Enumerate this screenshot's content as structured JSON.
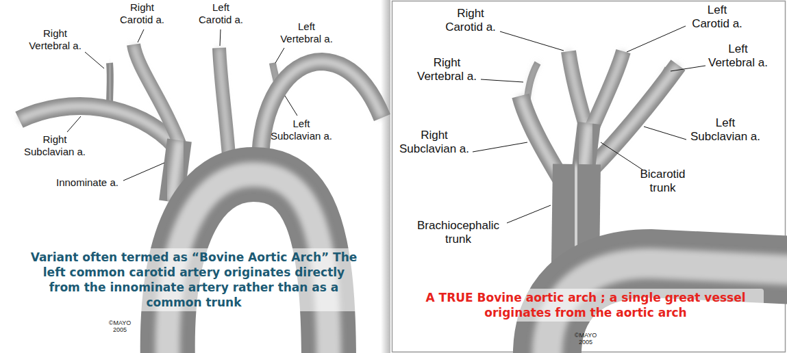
{
  "diagram": {
    "labels": [
      "Right Carotid a.",
      "Left Carotid a.",
      "Right Vertebral a.",
      "Left Vertebral a.",
      "Left Subclavian a.",
      "Right Subclavian a.",
      "Innominate a.",
      "Variant often termed as “Bovine Aortic Arch” The left common carotid artery originates directly from the innominate artery rather than as a common trunk",
      "©MAYO 2005",
      "Right Carotid a.",
      "Left Carotid a.",
      "Left Vertebral a.",
      "Right Vertebral a.",
      "Right Subclavian a.",
      "Left Subclavian a.",
      "Bicarotid trunk",
      "Brachiocephalic trunk",
      "A TRUE Bovine aortic arch ; a single great vessel originates from the aortic arch",
      "©MAYO 2005"
    ]
  }
}
